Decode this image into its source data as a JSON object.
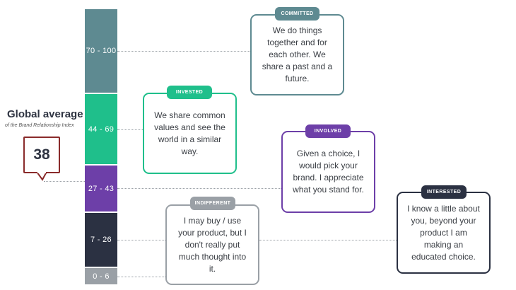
{
  "global": {
    "title": "Global average",
    "subtitle": "of the Brand Relationship Index",
    "value": "38"
  },
  "bands": [
    {
      "label": "70 - 100",
      "color": "#5e8a91"
    },
    {
      "label": "44 - 69",
      "color": "#1fbf8b"
    },
    {
      "label": "27 - 43",
      "color": "#6d3fa8"
    },
    {
      "label": "7 - 26",
      "color": "#2b3142"
    },
    {
      "label": "0 - 6",
      "color": "#9aa0a6"
    }
  ],
  "cards": [
    {
      "tag": "COMMITTED",
      "text": "We do things together and for each other. We share a past and a future.",
      "color": "#5e8a91"
    },
    {
      "tag": "INVESTED",
      "text": "We share common values and see the world in a similar way.",
      "color": "#1fbf8b"
    },
    {
      "tag": "INVOLVED",
      "text": "Given a choice, I would pick your brand. I appreciate what you stand for.",
      "color": "#6d3fa8"
    },
    {
      "tag": "INDIFFERENT",
      "text": "I may buy / use your product, but I don't really put much thought into it.",
      "color": "#9aa0a6"
    },
    {
      "tag": "INTERESTED",
      "text": "I know a little about you, beyond your product I am making an educated choice.",
      "color": "#2b3142"
    }
  ]
}
